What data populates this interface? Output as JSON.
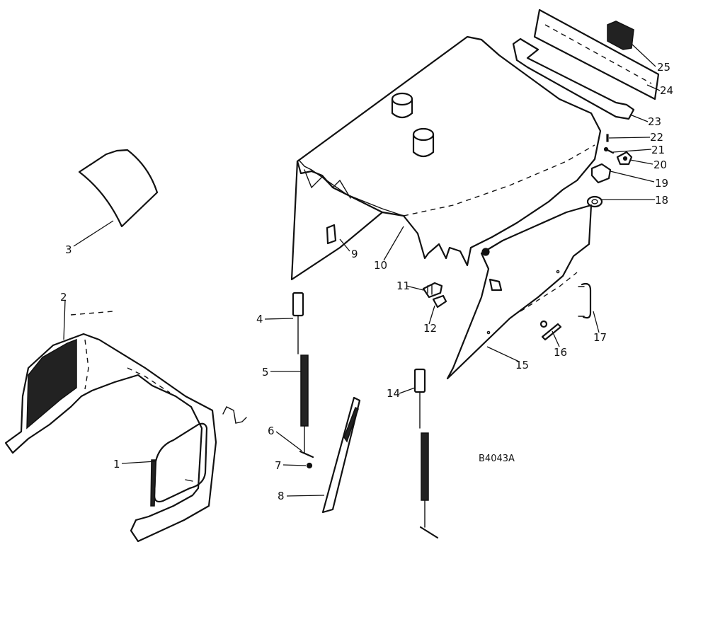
{
  "drawing": {
    "reference": "B4043A",
    "callouts": [
      "1",
      "2",
      "3",
      "4",
      "5",
      "6",
      "7",
      "8",
      "9",
      "10",
      "11",
      "12",
      "14",
      "15",
      "16",
      "17",
      "18",
      "19",
      "20",
      "21",
      "22",
      "23",
      "24",
      "25"
    ]
  }
}
